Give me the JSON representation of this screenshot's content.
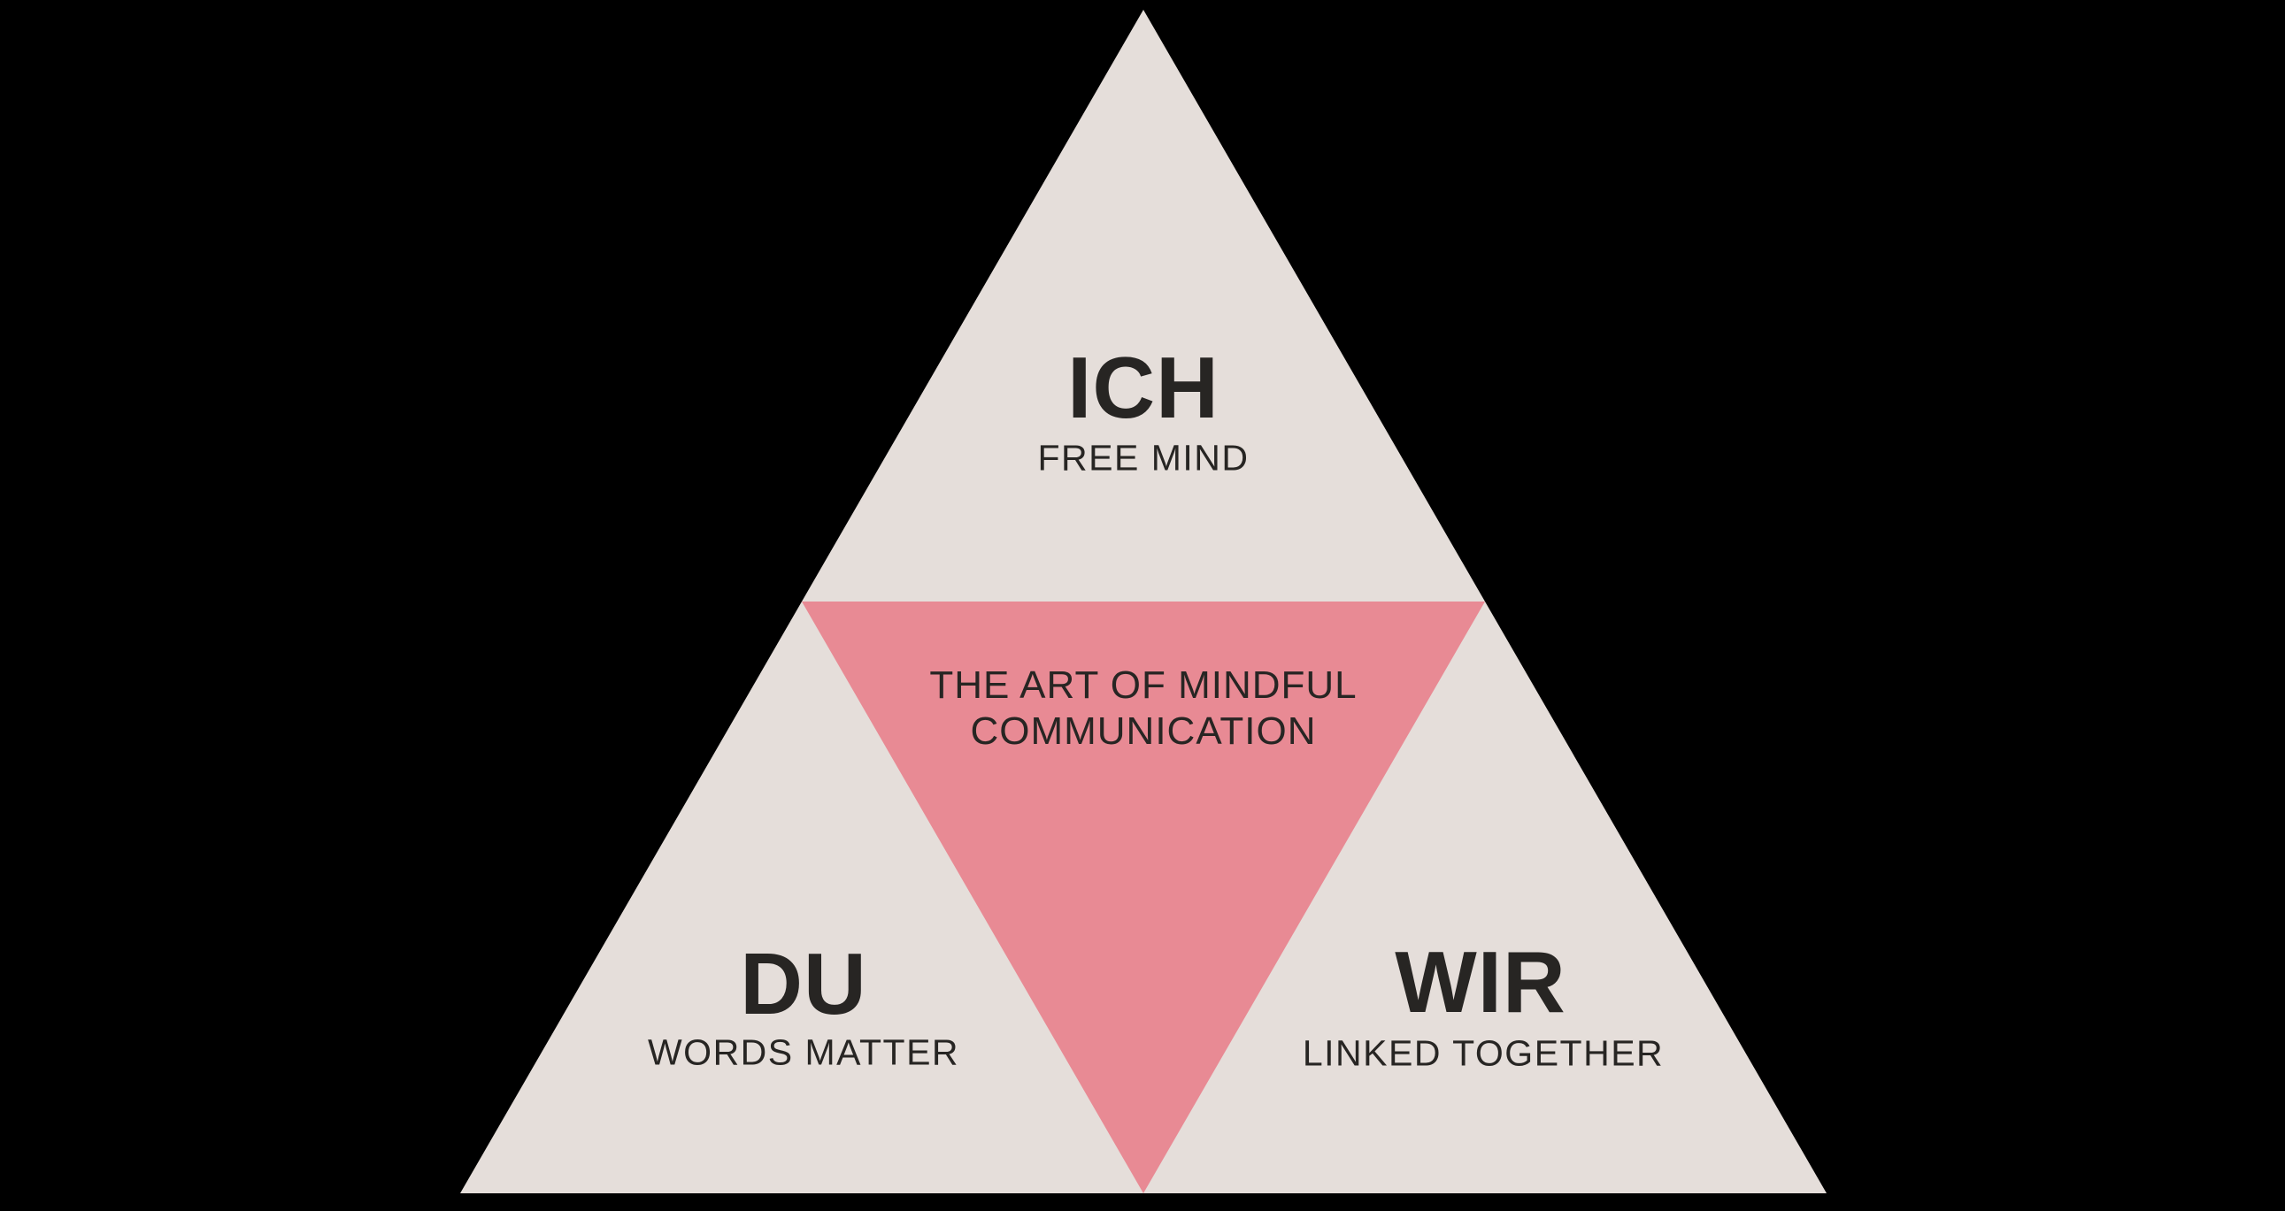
{
  "colors": {
    "canvas_bg": "#000000",
    "outer_triangle": "#e5deda",
    "inner_triangle": "#e88a94",
    "text": "#272523"
  },
  "center": {
    "title_lines": [
      "THE ART OF MINDFUL",
      "COMMUNICATION"
    ]
  },
  "sections": {
    "top": {
      "label": "ICH",
      "sublabel": "FREE MIND"
    },
    "bottom_left": {
      "label": "DU",
      "sublabel": "WORDS MATTER"
    },
    "bottom_right": {
      "label": "WIR",
      "sublabel": "LINKED TOGETHER"
    }
  }
}
